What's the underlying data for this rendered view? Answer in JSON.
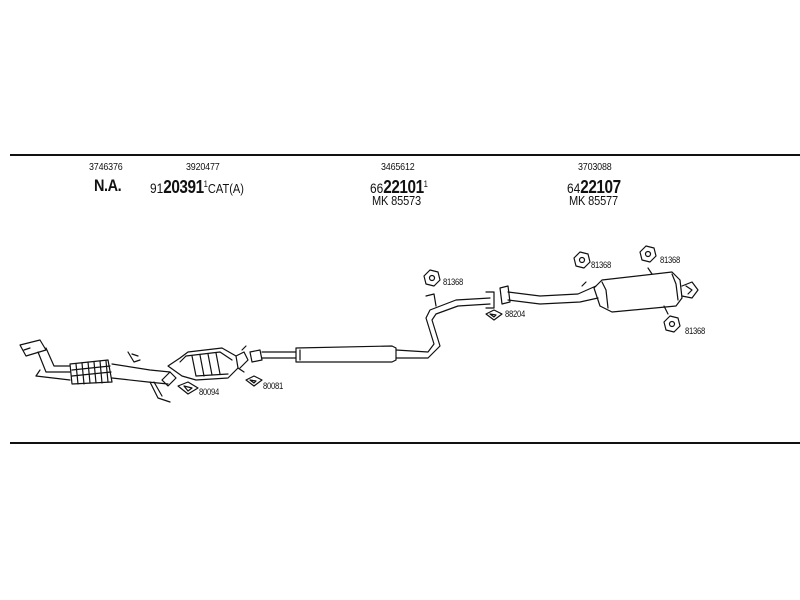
{
  "header_numbers": [
    "3746376",
    "3920477",
    "3465612",
    "3703088"
  ],
  "na_label": "N.A.",
  "parts": [
    {
      "prefix": "91",
      "code": "20391",
      "sup": "1",
      "suffix": "CAT(A)"
    },
    {
      "prefix": "66",
      "code": "22101",
      "sup": "1",
      "suffix": ""
    },
    {
      "prefix": "64",
      "code": "22107",
      "sup": "",
      "suffix": ""
    }
  ],
  "mk_labels": [
    "MK 85573",
    "MK 85577"
  ],
  "callouts": [
    "81368",
    "88204",
    "81368",
    "81368",
    "81368",
    "80094",
    "80081"
  ]
}
